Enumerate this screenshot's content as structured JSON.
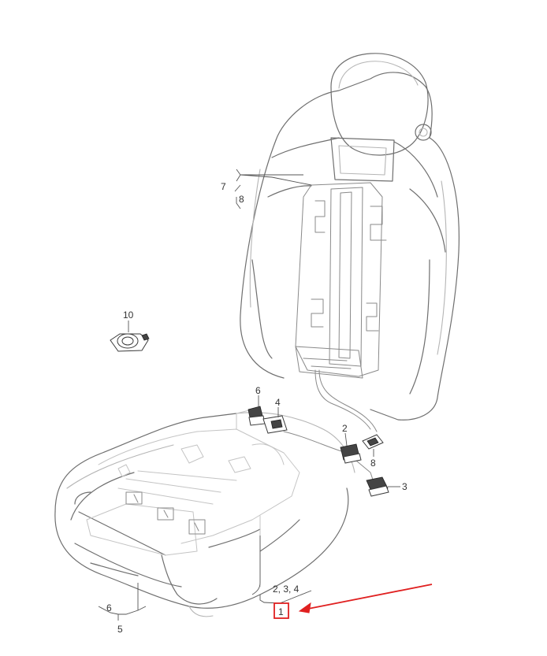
{
  "callouts": {
    "c7": "7",
    "c8_back": "8",
    "c10": "10",
    "c6_top": "6",
    "c4": "4",
    "c2": "2",
    "c8_right": "8",
    "c3": "3",
    "c234": "2, 3, 4",
    "c1": "1",
    "c6_bottom": "6",
    "c5": "5"
  },
  "highlight": {
    "target": "1",
    "box_color": "#e02020",
    "arrow_color": "#e02020"
  }
}
